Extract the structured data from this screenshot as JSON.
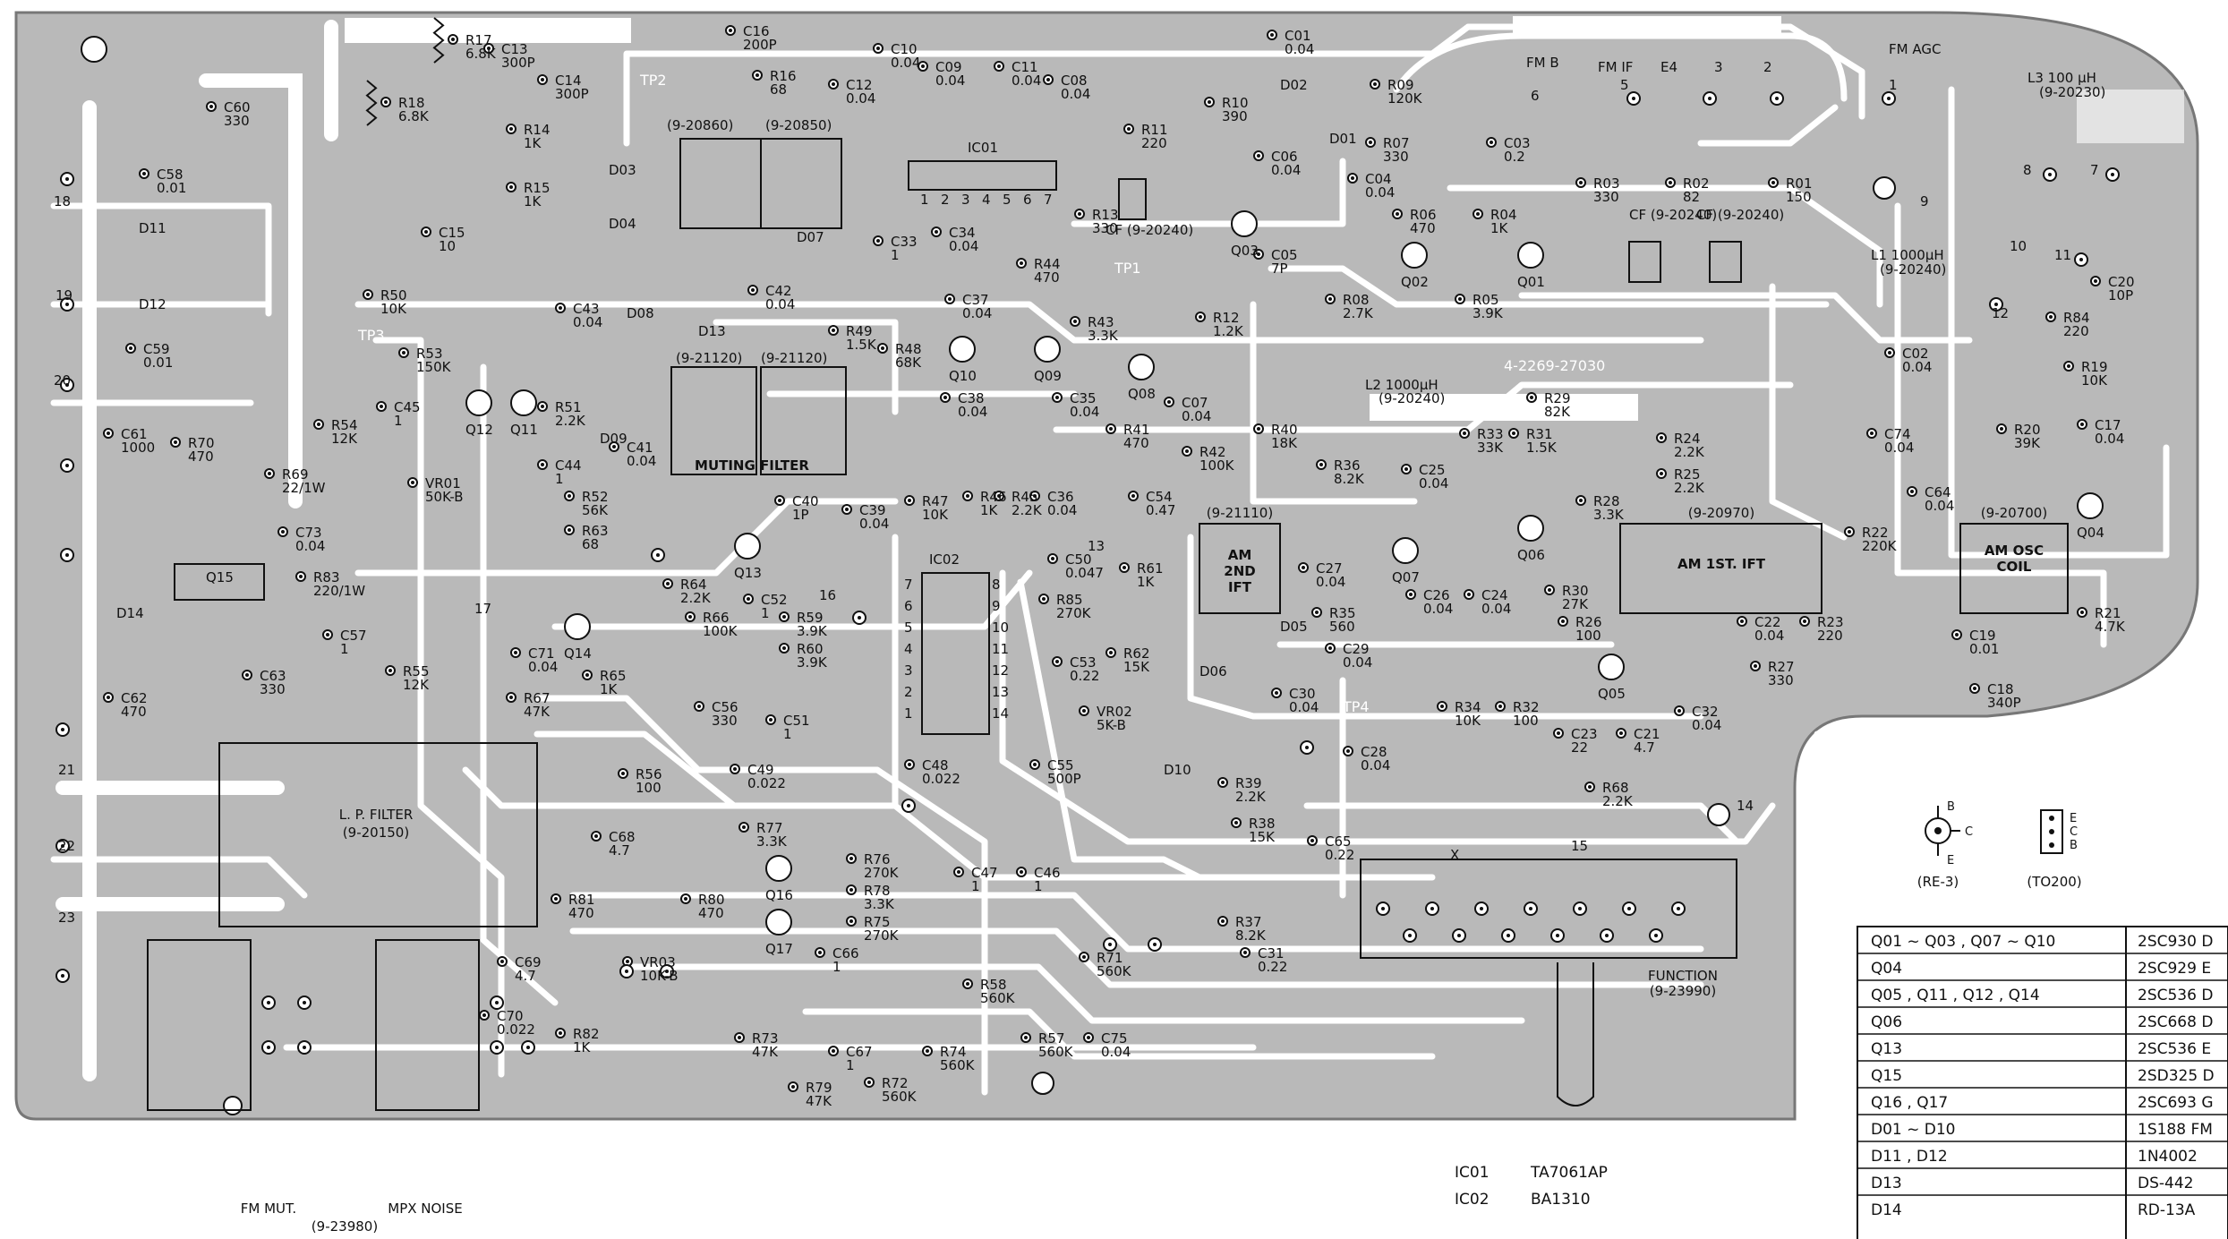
{
  "board": {
    "part_number": "4-2269-27030",
    "test_points": [
      "TP2",
      "TP1",
      "TP3",
      "TP4"
    ],
    "terminals": {
      "fm_b": "FM B",
      "fm_if": "FM IF",
      "e4": "E4",
      "n3": "3",
      "n2": "2",
      "fm_agc": "FM AGC",
      "n5": "5",
      "n6": "6",
      "n1": "1",
      "n8": "8",
      "n7": "7",
      "n9": "9",
      "n10": "10",
      "n11": "11",
      "n12": "12",
      "n13": "13",
      "n14": "14",
      "n15": "15",
      "n16": "16",
      "n17": "17",
      "n18": "18",
      "n19": "19",
      "n20": "20",
      "n21": "21",
      "n22": "22",
      "n23": "23",
      "x": "X"
    }
  },
  "components": {
    "r17": [
      "R17",
      "6.8K"
    ],
    "r18": [
      "R18",
      "6.8K"
    ],
    "c13": [
      "C13",
      "300P"
    ],
    "c14": [
      "C14",
      "300P"
    ],
    "c16": [
      "C16",
      "200P"
    ],
    "r16": [
      "R16",
      "68"
    ],
    "c12": [
      "C12",
      "0.04"
    ],
    "c10": [
      "C10",
      "0.04"
    ],
    "c09": [
      "C09",
      "0.04"
    ],
    "c11": [
      "C11",
      "0.04"
    ],
    "c08": [
      "C08",
      "0.04"
    ],
    "c01": [
      "C01",
      "0.04"
    ],
    "r14": [
      "R14",
      "1K"
    ],
    "r15": [
      "R15",
      "1K"
    ],
    "c15": [
      "C15",
      "10"
    ],
    "c60": [
      "C60",
      "330"
    ],
    "c58": [
      "C58",
      "0.01"
    ],
    "c59": [
      "C59",
      "0.01"
    ],
    "r50": [
      "R50",
      "10K"
    ],
    "r53": [
      "R53",
      "150K"
    ],
    "r51": [
      "R51",
      "2.2K"
    ],
    "c43": [
      "C43",
      "0.04"
    ],
    "c42": [
      "C42",
      "0.04"
    ],
    "c45": [
      "C45",
      "1"
    ],
    "c44": [
      "C44",
      "1"
    ],
    "c41": [
      "C41",
      "0.04"
    ],
    "c40": [
      "C40",
      "1P"
    ],
    "c61": [
      "C61",
      "1000"
    ],
    "r70": [
      "R70",
      "470"
    ],
    "r69": [
      "R69",
      "22/1W"
    ],
    "r54": [
      "R54",
      "12K"
    ],
    "vr01": [
      "VR01",
      "50K-B"
    ],
    "r52": [
      "R52",
      "56K"
    ],
    "r63": [
      "R63",
      "68"
    ],
    "c73": [
      "C73",
      "0.04"
    ],
    "r83": [
      "R83",
      "220/1W"
    ],
    "c57": [
      "C57",
      "1"
    ],
    "c63": [
      "C63",
      "330"
    ],
    "c62": [
      "C62",
      "470"
    ],
    "r55": [
      "R55",
      "12K"
    ],
    "r64": [
      "R64",
      "2.2K"
    ],
    "r66": [
      "R66",
      "100K"
    ],
    "c71": [
      "C71",
      "0.04"
    ],
    "r65": [
      "R65",
      "1K"
    ],
    "r67": [
      "R67",
      "47K"
    ],
    "c56": [
      "C56",
      "330"
    ],
    "r56": [
      "R56",
      "100"
    ],
    "c52": [
      "C52",
      "1"
    ],
    "r59": [
      "R59",
      "3.9K"
    ],
    "r60": [
      "R60",
      "3.9K"
    ],
    "c51": [
      "C51",
      "1"
    ],
    "c49": [
      "C49",
      "0.022"
    ],
    "c48": [
      "C48",
      "0.022"
    ],
    "r77": [
      "R77",
      "3.3K"
    ],
    "r76": [
      "R76",
      "270K"
    ],
    "r78": [
      "R78",
      "3.3K"
    ],
    "r75": [
      "R75",
      "270K"
    ],
    "c68": [
      "C68",
      "4.7"
    ],
    "r81": [
      "R81",
      "470"
    ],
    "r80": [
      "R80",
      "470"
    ],
    "c66": [
      "C66",
      "1"
    ],
    "c67": [
      "C67",
      "1"
    ],
    "c69": [
      "C69",
      "4.7"
    ],
    "c70": [
      "C70",
      "0.022"
    ],
    "vr03": [
      "VR03",
      "10K-B"
    ],
    "r82": [
      "R82",
      "1K"
    ],
    "r73": [
      "R73",
      "47K"
    ],
    "r79": [
      "R79",
      "47K"
    ],
    "r72": [
      "R72",
      "560K"
    ],
    "r74": [
      "R74",
      "560K"
    ],
    "r58": [
      "R58",
      "560K"
    ],
    "r57": [
      "R57",
      "560K"
    ],
    "r71": [
      "R71",
      "560K"
    ],
    "c75": [
      "C75",
      "0.04"
    ],
    "c47": [
      "C47",
      "1"
    ],
    "c46": [
      "C46",
      "1"
    ],
    "c34": [
      "C34",
      "0.04"
    ],
    "c33": [
      "C33",
      "1"
    ],
    "c37": [
      "C37",
      "0.04"
    ],
    "r44": [
      "R44",
      "470"
    ],
    "r49": [
      "R49",
      "1.5K"
    ],
    "r48": [
      "R48",
      "68K"
    ],
    "c38": [
      "C38",
      "0.04"
    ],
    "c39": [
      "C39",
      "0.04"
    ],
    "r47": [
      "R47",
      "10K"
    ],
    "r46": [
      "R46",
      "1K"
    ],
    "r45": [
      "R45",
      "2.2K"
    ],
    "c36": [
      "C36",
      "0.04"
    ],
    "r43": [
      "R43",
      "3.3K"
    ],
    "c35": [
      "C35",
      "0.04"
    ],
    "r41": [
      "R41",
      "470"
    ],
    "c07": [
      "C07",
      "0.04"
    ],
    "r42": [
      "R42",
      "100K"
    ],
    "r40": [
      "R40",
      "18K"
    ],
    "r12": [
      "R12",
      "1.2K"
    ],
    "r11": [
      "R11",
      "220"
    ],
    "r10": [
      "R10",
      "390"
    ],
    "r13": [
      "R13",
      "330"
    ],
    "c06": [
      "C06",
      "0.04"
    ],
    "c05": [
      "C05",
      "7P"
    ],
    "r09": [
      "R09",
      "120K"
    ],
    "r07": [
      "R07",
      "330"
    ],
    "c04": [
      "C04",
      "0.04"
    ],
    "r06": [
      "R06",
      "470"
    ],
    "c03": [
      "C03",
      "0.2"
    ],
    "r04": [
      "R04",
      "1K"
    ],
    "r03": [
      "R03",
      "330"
    ],
    "r02": [
      "R02",
      "82"
    ],
    "r01": [
      "R01",
      "150"
    ],
    "r08": [
      "R08",
      "2.7K"
    ],
    "r05": [
      "R05",
      "3.9K"
    ],
    "l3": [
      "L3",
      "100 µH",
      "(9-20230)"
    ],
    "l1": [
      "L1",
      "1000µH",
      "(9-20240)"
    ],
    "l2": [
      "L2",
      "1000µH",
      "(9-20240)"
    ],
    "c20": [
      "C20",
      "10P"
    ],
    "r84": [
      "R84",
      "220"
    ],
    "r19": [
      "R19",
      "10K"
    ],
    "c17": [
      "C17",
      "0.04"
    ],
    "r20": [
      "R20",
      "39K"
    ],
    "c02": [
      "C02",
      "0.04"
    ],
    "c74": [
      "C74",
      "0.04"
    ],
    "r29": [
      "R29",
      "82K"
    ],
    "r33": [
      "R33",
      "33K"
    ],
    "r31": [
      "R31",
      "1.5K"
    ],
    "r36": [
      "R36",
      "8.2K"
    ],
    "c25": [
      "C25",
      "0.04"
    ],
    "r24": [
      "R24",
      "2.2K"
    ],
    "r25": [
      "R25",
      "2.2K"
    ],
    "r28": [
      "R28",
      "3.3K"
    ],
    "r22": [
      "R22",
      "220K"
    ],
    "c64": [
      "C64",
      "0.04"
    ],
    "r23": [
      "R23",
      "220"
    ],
    "r21": [
      "R21",
      "4.7K"
    ],
    "c19": [
      "C19",
      "0.01"
    ],
    "c18": [
      "C18",
      "340P"
    ],
    "c54": [
      "C54",
      "0.47"
    ],
    "c50": [
      "C50",
      "0.047"
    ],
    "r85": [
      "R85",
      "270K"
    ],
    "r61": [
      "R61",
      "1K"
    ],
    "c27": [
      "C27",
      "0.04"
    ],
    "r35": [
      "R35",
      "560"
    ],
    "c26": [
      "C26",
      "0.04"
    ],
    "c24": [
      "C24",
      "0.04"
    ],
    "r30": [
      "R30",
      "27K"
    ],
    "r26": [
      "R26",
      "100"
    ],
    "c22": [
      "C22",
      "0.04"
    ],
    "r27": [
      "R27",
      "330"
    ],
    "c53": [
      "C53",
      "0.22"
    ],
    "r62": [
      "R62",
      "15K"
    ],
    "vr02": [
      "VR02",
      "5K-B"
    ],
    "c29": [
      "C29",
      "0.04"
    ],
    "c30": [
      "C30",
      "0.04"
    ],
    "r34": [
      "R34",
      "10K"
    ],
    "r32": [
      "R32",
      "100"
    ],
    "c23": [
      "C23",
      "22"
    ],
    "c21": [
      "C21",
      "4.7"
    ],
    "c32": [
      "C32",
      "0.04"
    ],
    "c55": [
      "C55",
      "500P"
    ],
    "c28": [
      "C28",
      "0.04"
    ],
    "r39": [
      "R39",
      "2.2K"
    ],
    "r38": [
      "R38",
      "15K"
    ],
    "r68": [
      "R68",
      "2.2K"
    ],
    "c65": [
      "C65",
      "0.22"
    ],
    "r37": [
      "R37",
      "8.2K"
    ],
    "c31": [
      "C31",
      "0.22"
    ]
  },
  "modules": {
    "muting_filter": "MUTING FILTER",
    "mf_a": "(9-21120)",
    "mf_b": "(9-21120)",
    "top_a": "(9-20860)",
    "top_b": "(9-20850)",
    "lp_filter": "L. P. FILTER",
    "lp_code": "(9-20150)",
    "am_2nd_ift": "AM 2ND IFT",
    "am_2nd_code": "(9-21110)",
    "am_1st_ift": "AM 1ST. IFT",
    "am_1st_code": "(9-20970)",
    "am_osc_coil": "AM OSC COIL",
    "am_osc_code": "(9-20700)",
    "cf_a": "CF (9-20240)",
    "cf_b": "CF (9-20240)",
    "cf_c": "CF (9-20240)",
    "function": "FUNCTION",
    "function_code": "(9-23990)",
    "fm_mut": "FM MUT.",
    "mpx_noise": "MPX NOISE",
    "switch_code": "(9-23980)"
  },
  "semis": {
    "q01": "Q01",
    "q02": "Q02",
    "q03": "Q03",
    "q04": "Q04",
    "q05": "Q05",
    "q06": "Q06",
    "q07": "Q07",
    "q08": "Q08",
    "q09": "Q09",
    "q10": "Q10",
    "q11": "Q11",
    "q12": "Q12",
    "q13": "Q13",
    "q14": "Q14",
    "q15": "Q15",
    "q16": "Q16",
    "q17": "Q17",
    "d01": "D01",
    "d02": "D02",
    "d03": "D03",
    "d04": "D04",
    "d05": "D05",
    "d06": "D06",
    "d07": "D07",
    "d08": "D08",
    "d09": "D09",
    "d10": "D10",
    "d11": "D11",
    "d12": "D12",
    "d13": "D13",
    "d14": "D14",
    "ic01": "IC01",
    "ic02": "IC02",
    "b": "B",
    "c": "C",
    "e": "E",
    "ic01_pins": [
      "1",
      "2",
      "3",
      "4",
      "5",
      "6",
      "7"
    ],
    "ic02_left_pins": [
      "7",
      "6",
      "5",
      "4",
      "3",
      "2",
      "1"
    ],
    "ic02_right_pins": [
      "8",
      "9",
      "10",
      "11",
      "12",
      "13",
      "14"
    ]
  },
  "legend": {
    "re3": "(RE-3)",
    "to200": "(TO200)",
    "pkg_pins": [
      "E",
      "C",
      "B"
    ],
    "ics": [
      {
        "ref": "IC01",
        "part": "TA7061AP"
      },
      {
        "ref": "IC02",
        "part": "BA1310"
      }
    ],
    "table": [
      {
        "ref": "Q01 ~ Q03 , Q07 ~ Q10",
        "part": "2SC930  D"
      },
      {
        "ref": "Q04",
        "part": "2SC929  E"
      },
      {
        "ref": "Q05 , Q11 , Q12 , Q14",
        "part": "2SC536  D"
      },
      {
        "ref": "Q06",
        "part": "2SC668  D"
      },
      {
        "ref": "Q13",
        "part": "2SC536  E"
      },
      {
        "ref": "Q15",
        "part": "2SD325  D"
      },
      {
        "ref": "Q16 , Q17",
        "part": "2SC693  G"
      },
      {
        "ref": "D01 ~ D10",
        "part": "1S188 FM"
      },
      {
        "ref": "D11 , D12",
        "part": "1N4002"
      },
      {
        "ref": "D13",
        "part": "DS-442"
      },
      {
        "ref": "D14",
        "part": "RD-13A"
      }
    ]
  },
  "colors": {
    "copper": "#b9b9b9",
    "trace": "#ffffff",
    "ink": "#111111"
  }
}
